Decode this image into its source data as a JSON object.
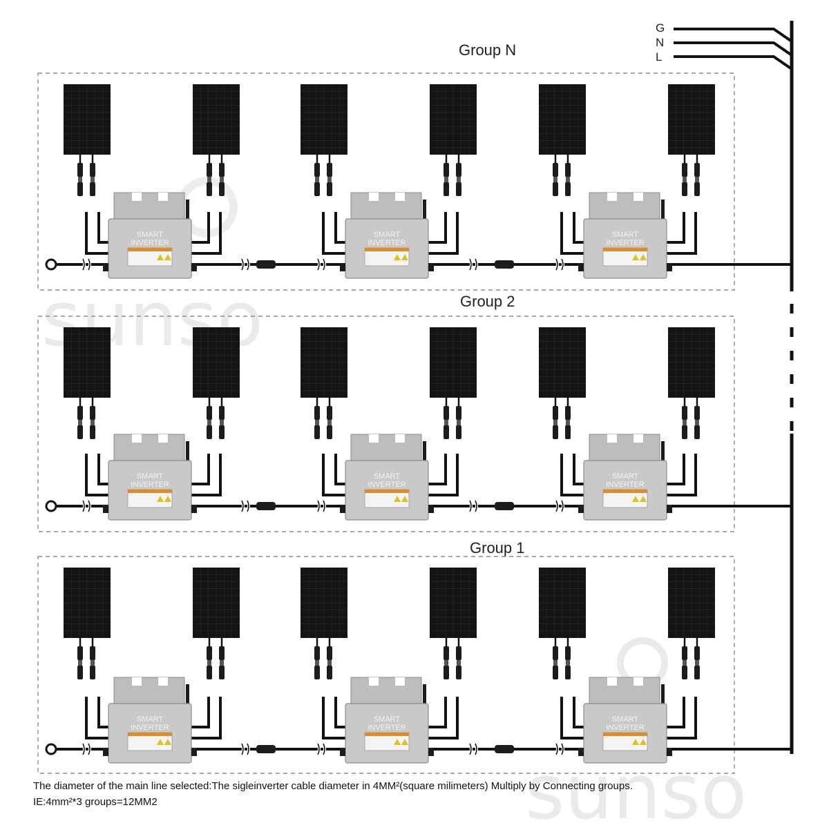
{
  "groups": [
    {
      "title": "Group N",
      "inverter_count": 3,
      "panel_count": 6
    },
    {
      "title": "Group 2",
      "inverter_count": 3,
      "panel_count": 6
    },
    {
      "title": "Group 1",
      "inverter_count": 3,
      "panel_count": 6
    }
  ],
  "inverter": {
    "line1": "SMART",
    "line2": "INVERTER"
  },
  "bus": {
    "labels": [
      "G",
      "N",
      "L"
    ]
  },
  "caption": {
    "line1": "The diameter of the main line selected:The sigleinverter cable diameter in 4MM²(square milimeters)  Multiply by Connecting groups.",
    "line2": "IE:4mm²*3 groups=12MM2"
  },
  "watermark": {
    "text": "sunso"
  },
  "colors": {
    "panel": "#141414",
    "inverter": "#c9c9c9",
    "cable": "#111111",
    "dashed_frame": "#8a8a8a",
    "warning_label": "#e08a2a"
  }
}
